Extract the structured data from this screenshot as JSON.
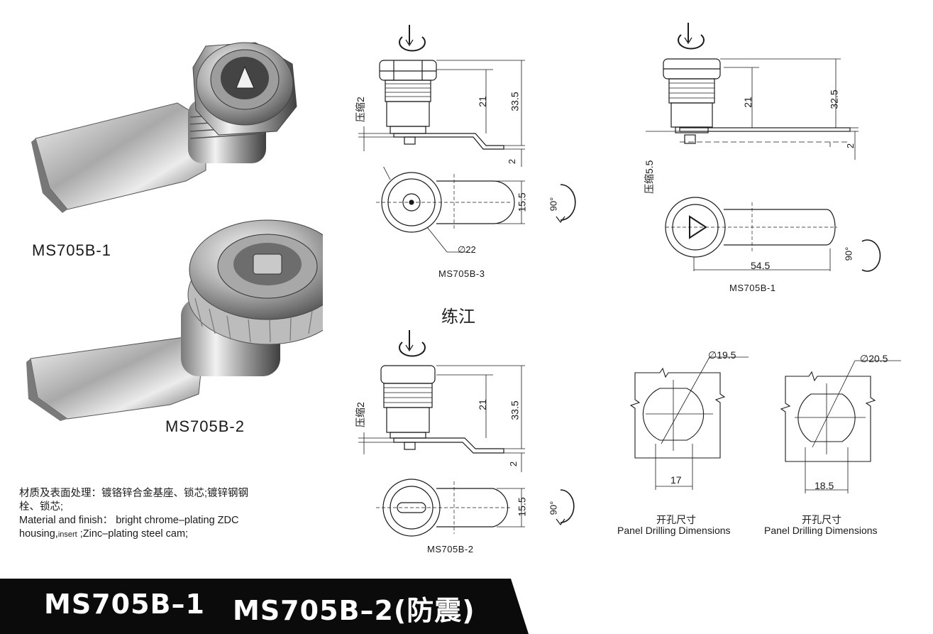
{
  "products": {
    "photo_1_label": "MS705B-1",
    "photo_2_label": "MS705B-2"
  },
  "material": {
    "cn_line_1": "材质及表面处理：镀铬锌合金基座、锁芯;镀锌钢钢",
    "cn_line_2": "栓、锁芯;",
    "en_line_1": "Material  and  finish：  bright  chrome–plating  ZDC",
    "en_line_2a": "housing,",
    "en_line_2b": "insert",
    "en_line_2c": " ;Zinc–plating steel cam;"
  },
  "center_note": "练江",
  "drawing_b3": {
    "label": "MS705B-3",
    "dim_21": "21",
    "dim_33_5": "33.5",
    "dim_2": "2",
    "press": "压缩2",
    "dim_15_5": "15.5",
    "angle": "90°",
    "dia": "∅22"
  },
  "drawing_b2": {
    "label": "MS705B-2",
    "dim_21": "21",
    "dim_33_5": "33.5",
    "dim_2": "2",
    "press": "压缩2",
    "dim_15_5": "15.5",
    "angle": "90°"
  },
  "drawing_b1": {
    "label": "MS705B-1",
    "dim_21": "21",
    "dim_32_5": "32.5",
    "dim_2": "2",
    "press": "压缩5.5",
    "dim_54_5": "54.5",
    "angle": "90°"
  },
  "drilling_left": {
    "dia": "∅19.5",
    "width": "17",
    "title_cn": "开孔尺寸",
    "title_en": "Panel Drilling Dimensions"
  },
  "drilling_right": {
    "dia": "∅20.5",
    "width": "18.5",
    "title_cn": "开孔尺寸",
    "title_en": "Panel Drilling Dimensions"
  },
  "footer": {
    "model_1": "MS705B–1",
    "model_2": "MS705B–2(防震)"
  },
  "colors": {
    "footer_bg": "#0b0b0b",
    "line": "#1a1a1a",
    "metal_light": "#e8e8e8",
    "metal_dark": "#6e6e6e"
  }
}
